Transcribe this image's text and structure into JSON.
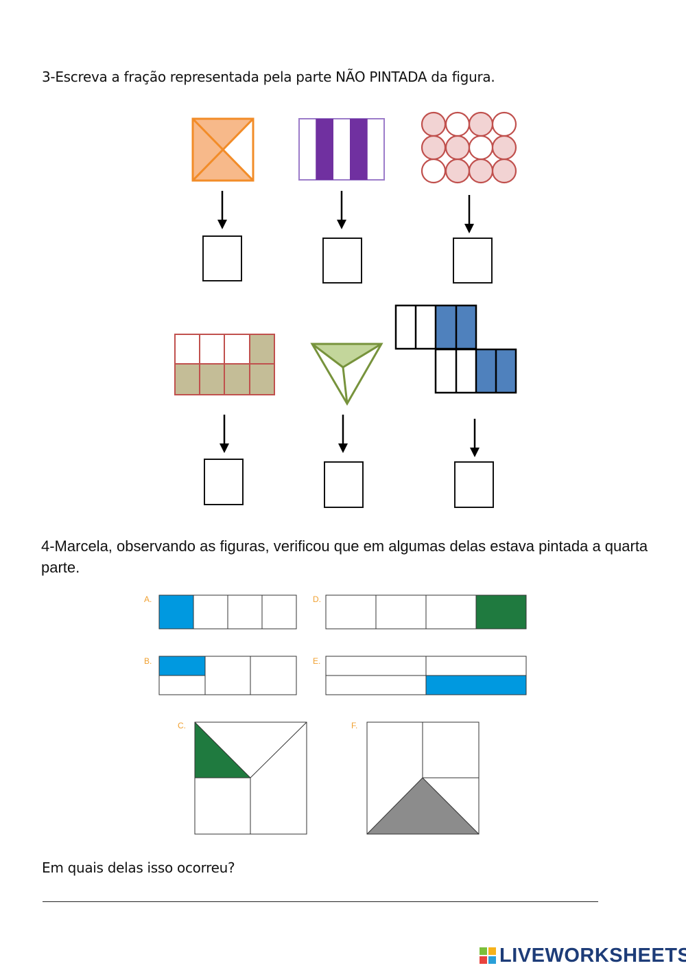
{
  "question3": {
    "text": "3-Escreva a fração representada pela parte NÃO PINTADA da figura."
  },
  "question4": {
    "text": "4-Marcela, observando as figuras, verificou que em algumas delas estava pintada a quarta parte.",
    "labels": [
      "A.",
      "B.",
      "C.",
      "D.",
      "E.",
      "F."
    ],
    "prompt": "Em quais delas isso ocorreu?"
  },
  "colors": {
    "orange": "#f28c28",
    "orange_fill": "#f7b98a",
    "purple": "#7030a0",
    "pink_stroke": "#c0504d",
    "pink_fill": "#f2d3d3",
    "khaki": "#c4bd97",
    "green_tri": "#77933c",
    "green_fill": "#c3d69b",
    "blue_bar": "#4f81bd",
    "blue_fill": "#0099e0",
    "dark_green": "#1f7a3f",
    "gray": "#8c8c8c",
    "label_orange": "#f0a030"
  },
  "brand": {
    "logo_text": "LIVEWORKSHEETS",
    "logo_icon": "liveworksheets-logo-icon"
  }
}
